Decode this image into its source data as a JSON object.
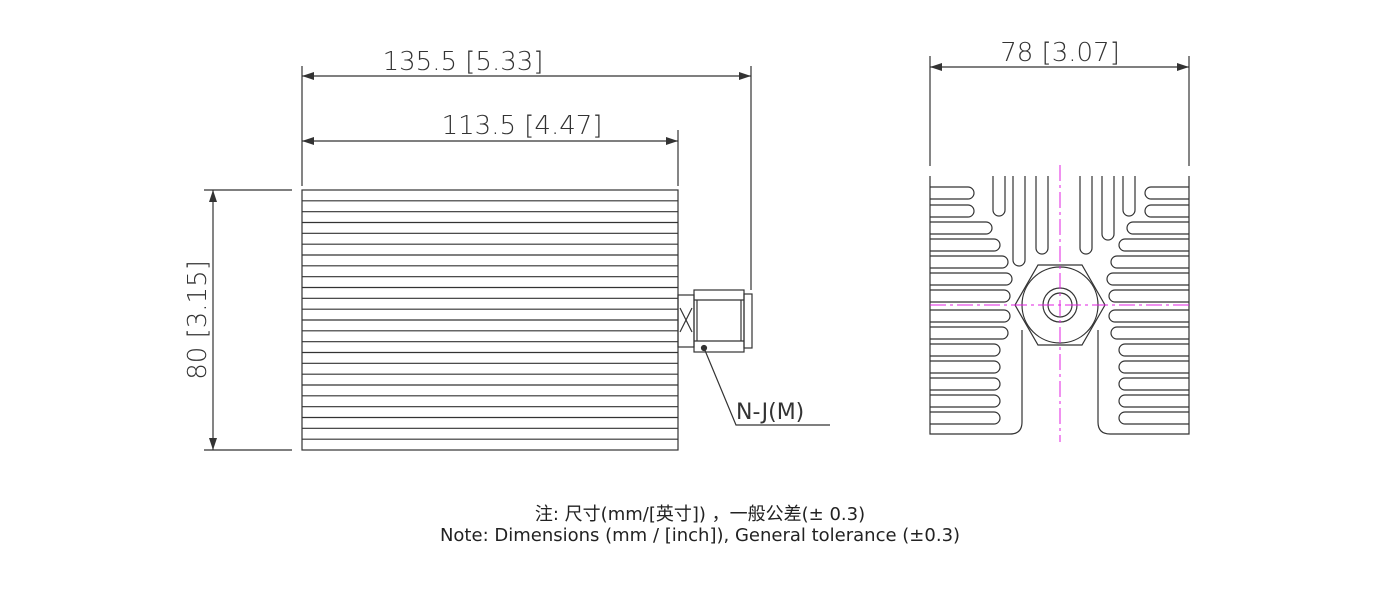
{
  "colors": {
    "line": "#333333",
    "centerline": "#e020e0",
    "background": "#ffffff"
  },
  "dimensions": {
    "overall_length": "135.5 [5.33]",
    "body_length": "113.5 [4.47]",
    "height": "80 [3.15]",
    "width": "78 [3.07]"
  },
  "connector_label": "N-J(M)",
  "notes": {
    "chinese": "注: 尺寸(mm/[英寸]) ，一般公差(± 0.3)",
    "english": "Note: Dimensions (mm / [inch]), General tolerance (±0.3)"
  }
}
